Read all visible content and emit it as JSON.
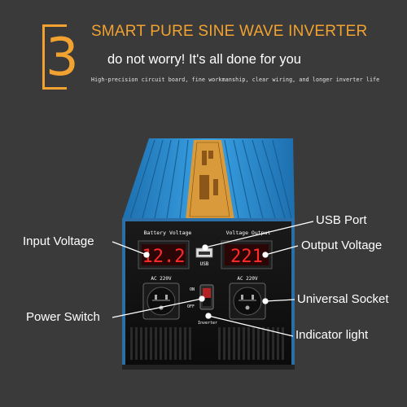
{
  "header": {
    "step_number": "3",
    "headline": "SMART PURE SINE WAVE INVERTER",
    "tagline": "do not worry! It's all done for you",
    "subtagline": "High-precision circuit board, fine workmanship, clear wiring, and longer inverter life"
  },
  "callouts": {
    "input_voltage": "Input Voltage",
    "power_switch": "Power Switch",
    "usb_port": "USB Port",
    "output_voltage": "Output Voltage",
    "universal_socket": "Universal Socket",
    "indicator_light": "Indicator light"
  },
  "panel": {
    "battery_label": "Battery Voltage",
    "output_label": "Voltage Output",
    "battery_reading": "12.2",
    "output_reading": "221",
    "usb_label": "USB",
    "socket_left_label": "AC 220V",
    "socket_right_label": "AC 220V",
    "switch_on": "ON",
    "switch_off": "OFF",
    "indicator_label": "Inverter"
  },
  "colors": {
    "background": "#3a3a3a",
    "accent": "#f2a230",
    "housing_blue": "#2f8fd0",
    "label_strip": "#d89a3a",
    "led_red": "#ff2a2a",
    "panel_black": "#111111"
  }
}
